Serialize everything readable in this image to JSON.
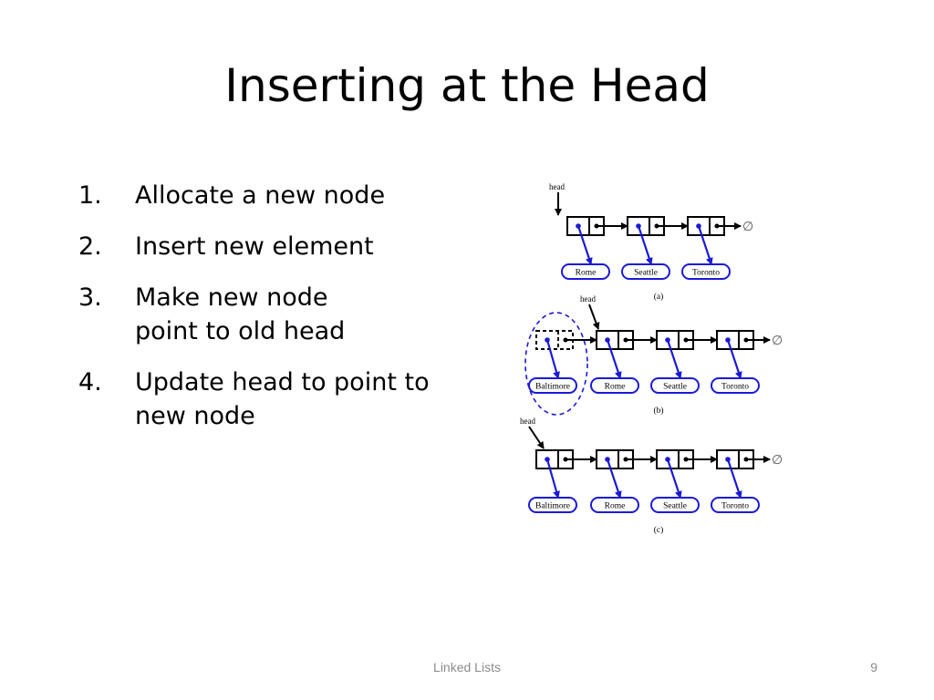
{
  "slide": {
    "title": "Inserting at the Head",
    "steps": [
      {
        "number": "1.",
        "text": "Allocate a new node"
      },
      {
        "number": "2.",
        "text": "Insert new element"
      },
      {
        "number": "3.",
        "text": "Make new node point to old head"
      },
      {
        "number": "4.",
        "text": "Update head to point to new node"
      }
    ],
    "footer": "Linked Lists",
    "page_number": "9"
  },
  "diagram": {
    "head_label": "head",
    "null_symbol": "∅",
    "colors": {
      "pointer": "#1a1ad6",
      "node": "#000000"
    },
    "panels": [
      {
        "caption": "(a)",
        "elements": [
          "Rome",
          "Seattle",
          "Toronto"
        ]
      },
      {
        "caption": "(b)",
        "elements": [
          "Baltimore",
          "Rome",
          "Seattle",
          "Toronto"
        ]
      },
      {
        "caption": "(c)",
        "elements": [
          "Baltimore",
          "Rome",
          "Seattle",
          "Toronto"
        ]
      }
    ]
  }
}
